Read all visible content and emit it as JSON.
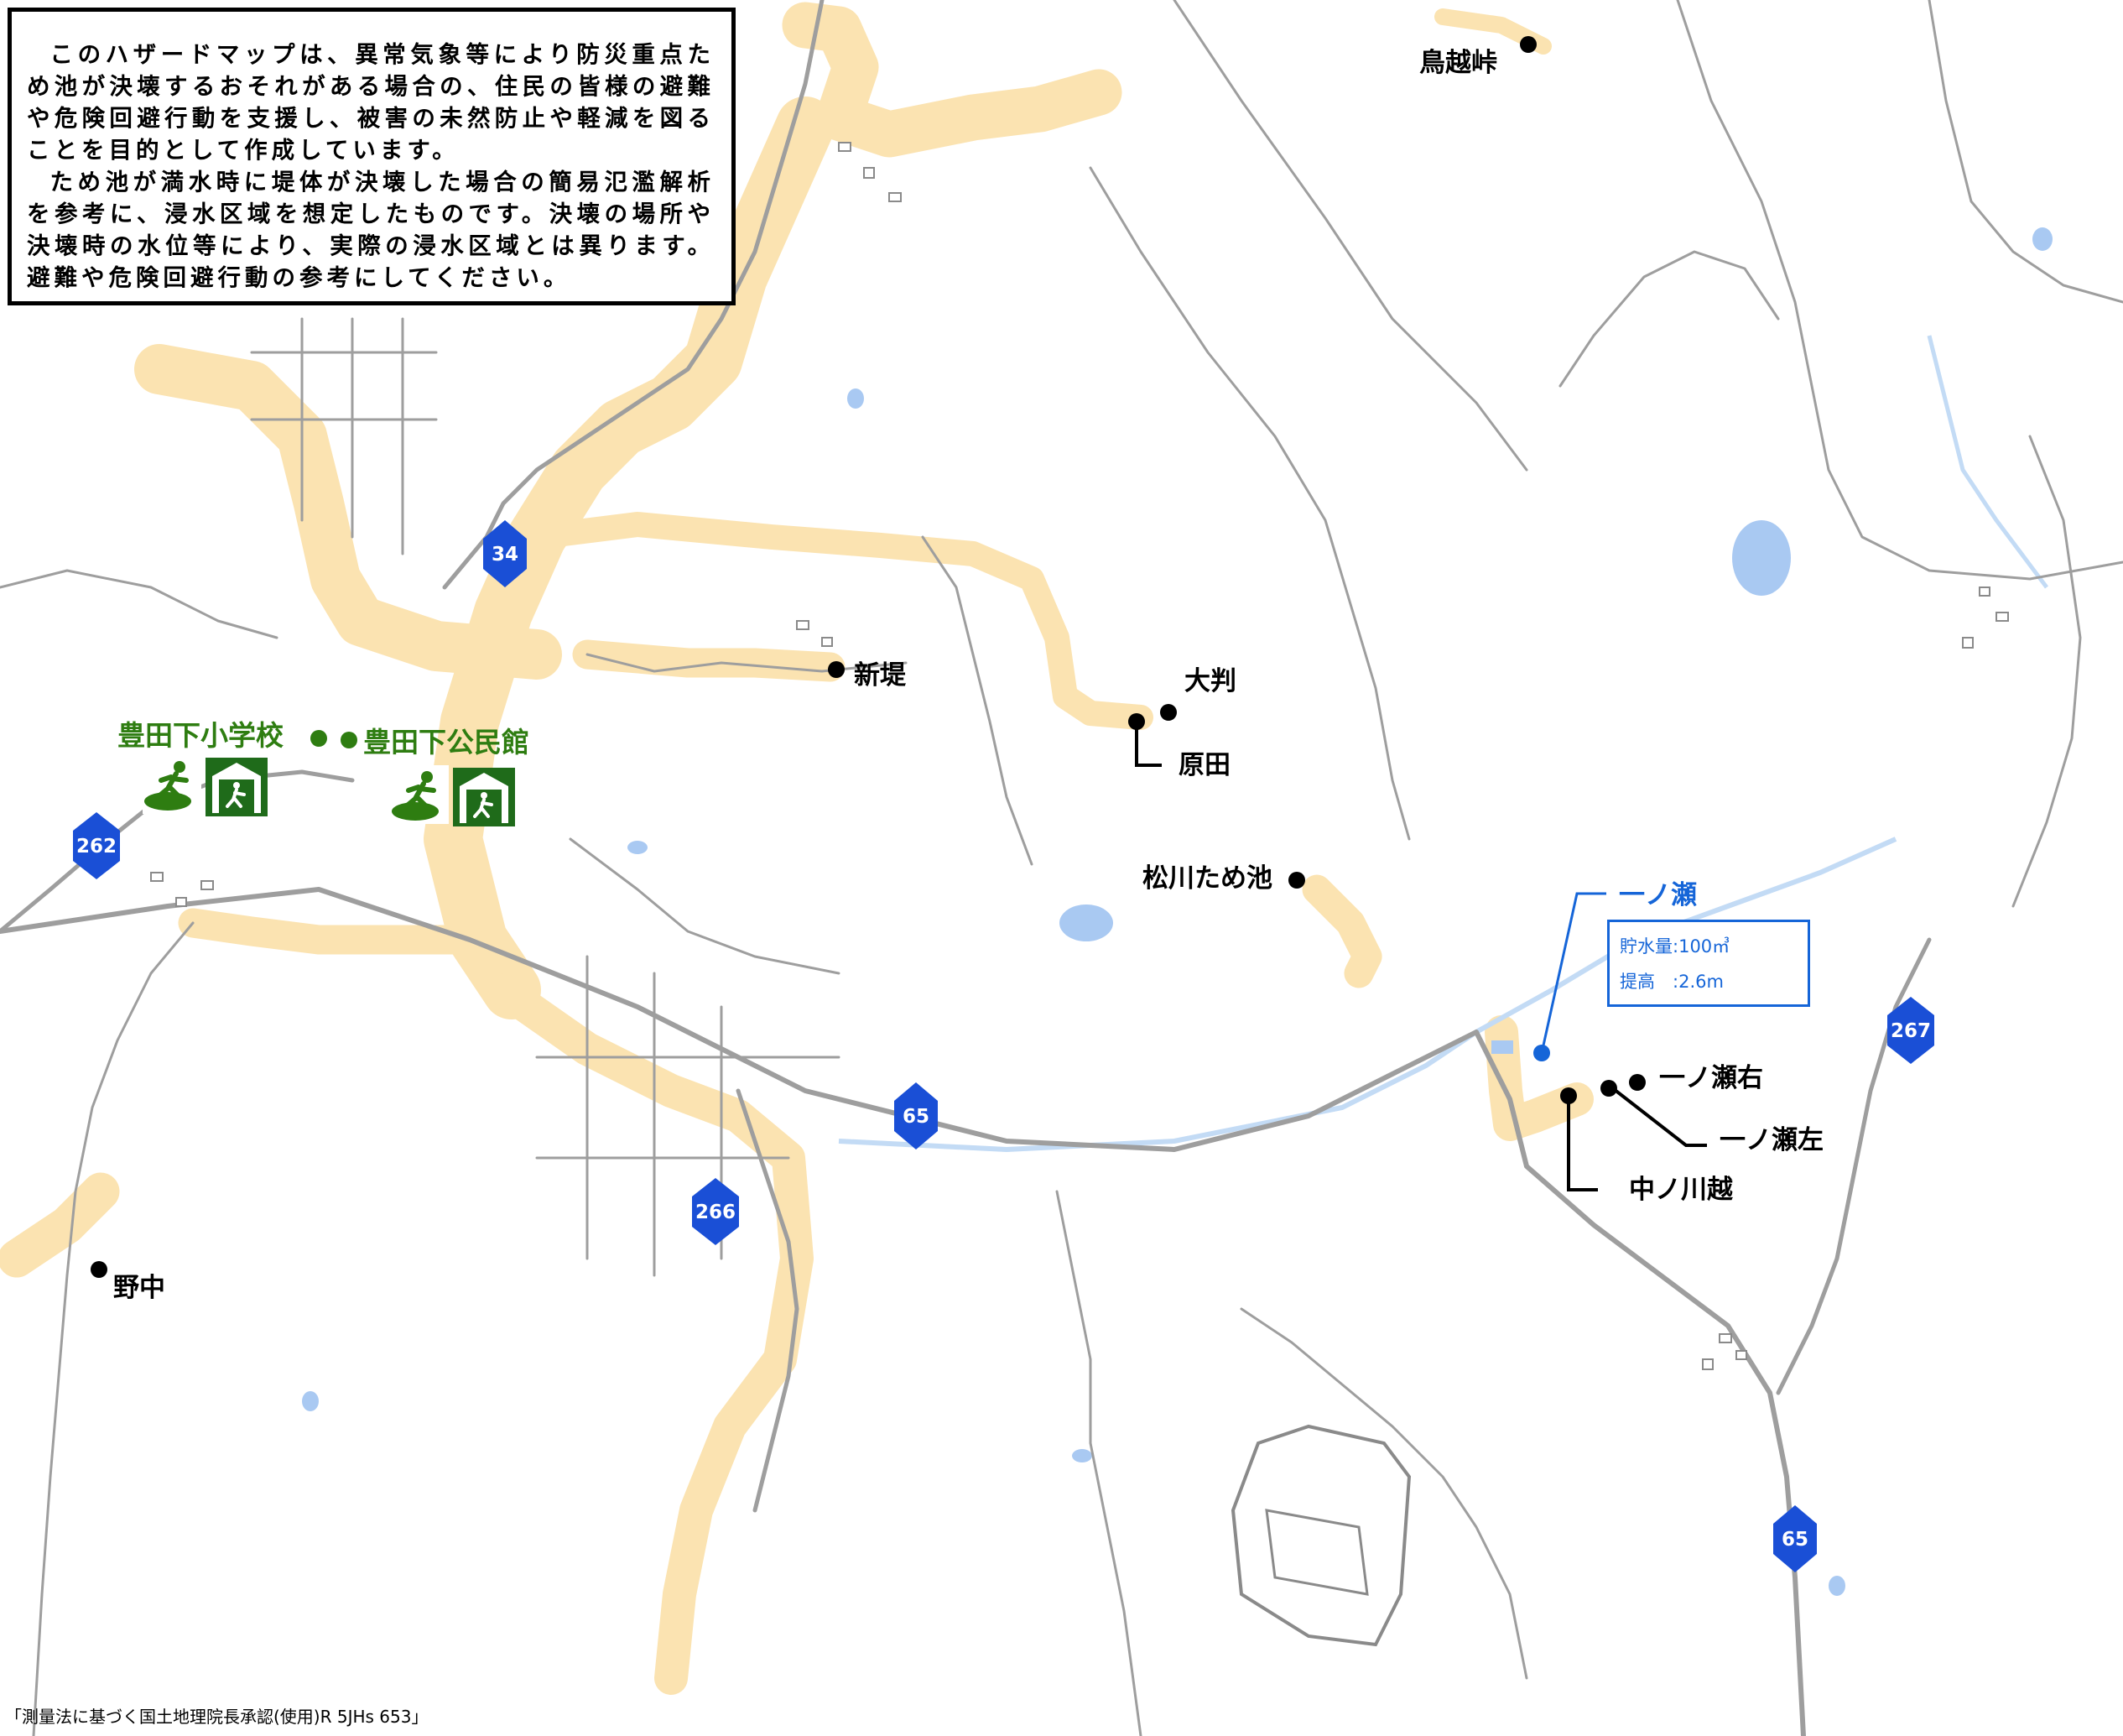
{
  "notice": {
    "paragraph1": "このハザードマップは、異常気象等により防災重点ため池が決壊するおそれがある場合の、住民の皆様の避難や危険回避行動を支援し、被害の未然防止や軽減を図ることを目的として作成しています。",
    "paragraph2": "ため池が満水時に堤体が決壊した場合の簡易氾濫解析を参考に、浸水区域を想定したものです。決壊の場所や決壊時の水位等により、実際の浸水区域とは異ります。避難や危険回避行動の参考にしてください。"
  },
  "ponds": [
    {
      "id": "torigoe",
      "name": "鳥越峠"
    },
    {
      "id": "shintsutsumi",
      "name": "新堤"
    },
    {
      "id": "oohan",
      "name": "大判"
    },
    {
      "id": "harada",
      "name": "原田"
    },
    {
      "id": "matsukawa",
      "name": "松川ため池"
    },
    {
      "id": "ichinose-migi",
      "name": "一ノ瀬右"
    },
    {
      "id": "ichinose-hidari",
      "name": "一ノ瀬左"
    },
    {
      "id": "nakanokawagoe",
      "name": "中ノ川越"
    },
    {
      "id": "nonaka",
      "name": "野中"
    }
  ],
  "target_pond": {
    "name": "一ノ瀬",
    "storage_label": "貯水量",
    "storage_value": "100㎥",
    "height_label": "提高",
    "height_value": "2.6m"
  },
  "shelters": [
    {
      "id": "school",
      "name": "豊田下小学校"
    },
    {
      "id": "hall",
      "name": "豊田下公民館"
    }
  ],
  "routes": [
    "34",
    "262",
    "65",
    "266",
    "267",
    "65"
  ],
  "colors": {
    "flood": "#fbe3b1",
    "road": "#9e9e9e",
    "water": "#a9c9f2",
    "shelter_green": "#2e7d11",
    "target_blue": "#1565d8"
  },
  "footer": "「測量法に基づく国土地理院長承認(使用)R 5JHs 653」"
}
